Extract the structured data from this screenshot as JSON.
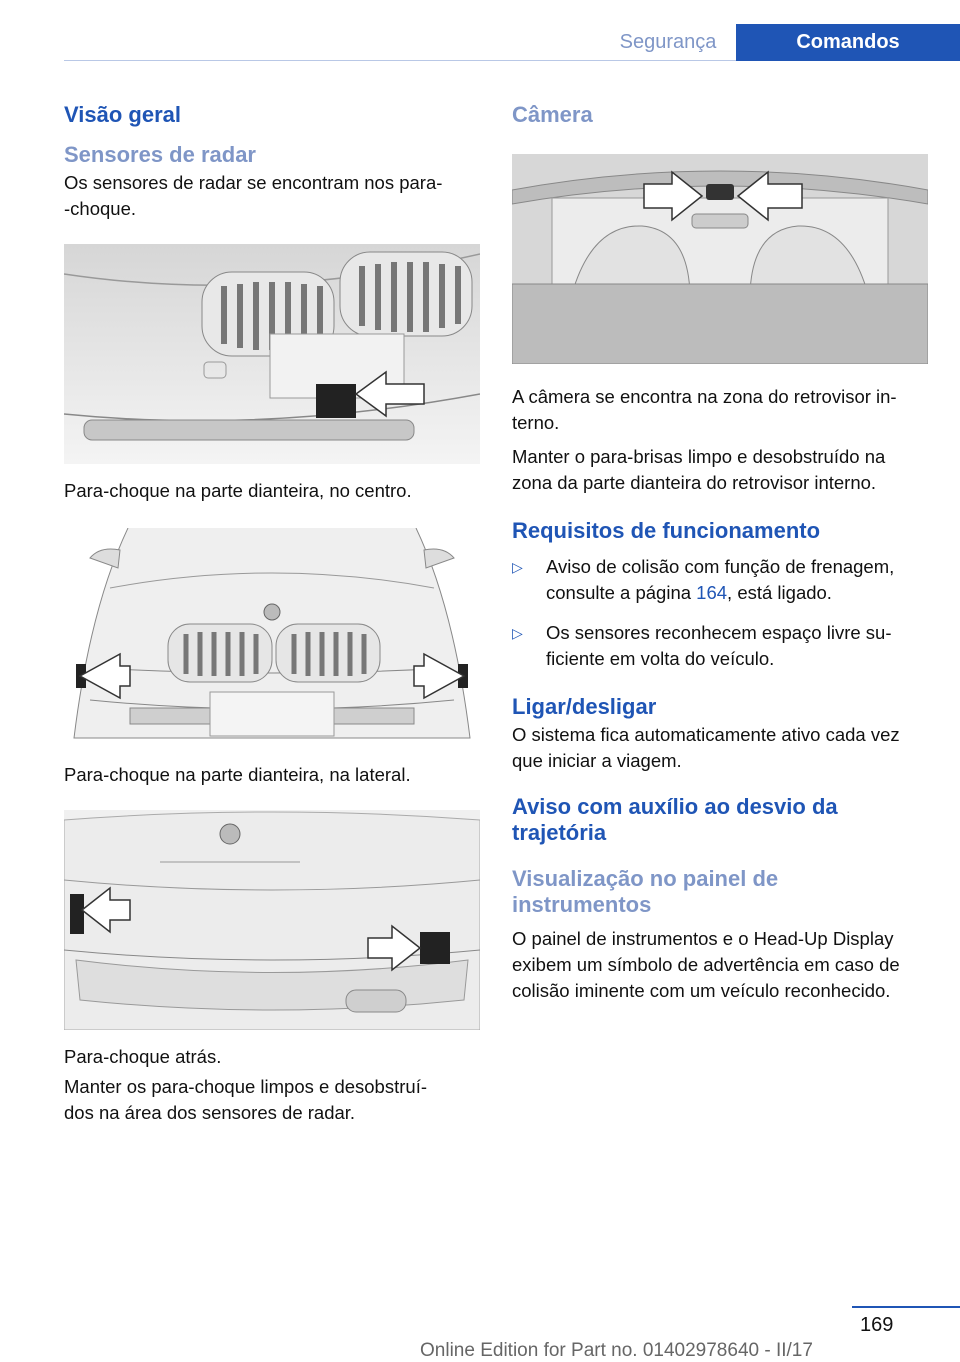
{
  "header": {
    "tab_inactive": "Segurança",
    "tab_active": "Comandos"
  },
  "left": {
    "h_overview": "Visão geral",
    "h_radar": "Sensores de radar",
    "p_radar_1": "Os sensores de radar se encontram nos para-",
    "p_radar_2": "-choque.",
    "cap_front_center": "Para-choque na parte dianteira, no centro.",
    "cap_front_side": "Para-choque na parte dianteira, na lateral.",
    "cap_rear": "Para-choque atrás.",
    "p_keep_1": "Manter os para-choque limpos e desobstruí-",
    "p_keep_2": "dos na área dos sensores de radar."
  },
  "right": {
    "h_camera": "Câmera",
    "p_cam_1": "A câmera se encontra na zona do retrovisor in-",
    "p_cam_2": "terno.",
    "p_cam_3": "Manter o para-brisas limpo e desobstruído na",
    "p_cam_4": "zona da parte dianteira do retrovisor interno.",
    "h_req": "Requisitos de funcionamento",
    "bullet_glyph": "▷",
    "req_1_a": "Aviso de colisão com função de frenagem,",
    "req_1_b": "consulte a página ",
    "req_1_link": "164",
    "req_1_c": ", está ligado.",
    "req_2_a": "Os sensores reconhecem espaço livre su-",
    "req_2_b": "ficiente em volta do veículo.",
    "h_onoff": "Ligar/desligar",
    "p_onoff_1": "O sistema fica automaticamente ativo cada vez",
    "p_onoff_2": "que iniciar a viagem.",
    "h_lane_1": "Aviso com auxílio ao desvio da",
    "h_lane_2": "trajetória",
    "h_display_1": "Visualização no painel de",
    "h_display_2": "instrumentos",
    "p_disp_1": "O painel de instrumentos e o Head-Up Display",
    "p_disp_2": "exibem um símbolo de advertência em caso de",
    "p_disp_3": "colisão iminente com um veículo reconhecido."
  },
  "footer": {
    "page_number": "169",
    "edition": "Online Edition for Part no. 01402978640 - II/17"
  }
}
